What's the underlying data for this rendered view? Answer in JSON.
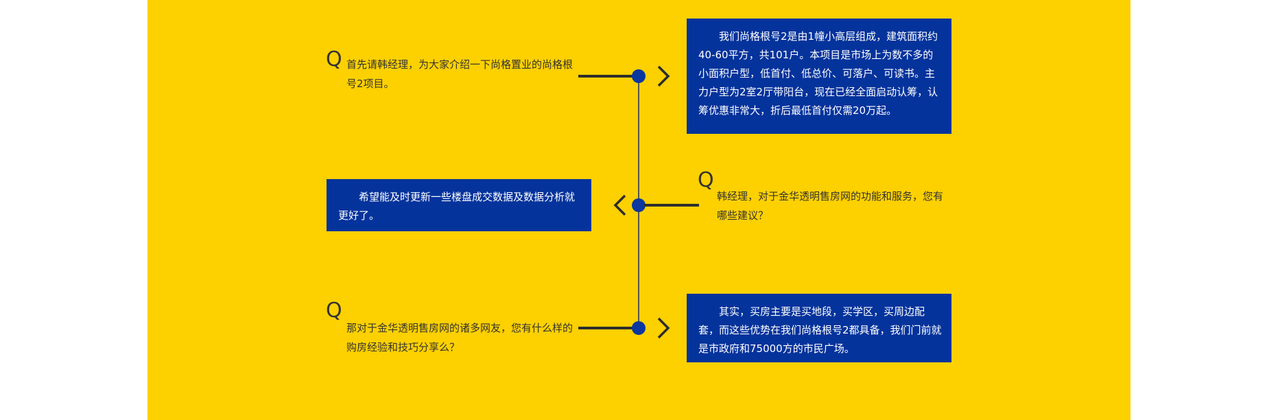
{
  "colors": {
    "background": "#FDD000",
    "answer_box": "#04339C",
    "dot": "#0A37A0",
    "line": "#2d2d2d"
  },
  "q_symbol": "Q",
  "items": [
    {
      "question": "首先请韩经理，为大家介绍一下尚格置业的尚格根号2项目。",
      "answer": "我们尚格根号2是由1幢小高层组成，建筑面积约40-60平方，共101户。本项目是市场上为数不多的小面积户型，低首付、低总价、可落户、可读书。主力户型为2室2厅带阳台，现在已经全面启动认筹，认筹优惠非常大，折后最低首付仅需20万起。"
    },
    {
      "question": "韩经理，对于金华透明售房网的功能和服务，您有哪些建议？",
      "answer": "希望能及时更新一些楼盘成交数据及数据分析就更好了。"
    },
    {
      "question": "那对于金华透明售房网的诸多网友，您有什么样的购房经验和技巧分享么？",
      "answer": "其实，买房主要是买地段，买学区，买周边配套，而这些优势在我们尚格根号2都具备，我们门前就是市政府和75000方的市民广场。"
    }
  ]
}
